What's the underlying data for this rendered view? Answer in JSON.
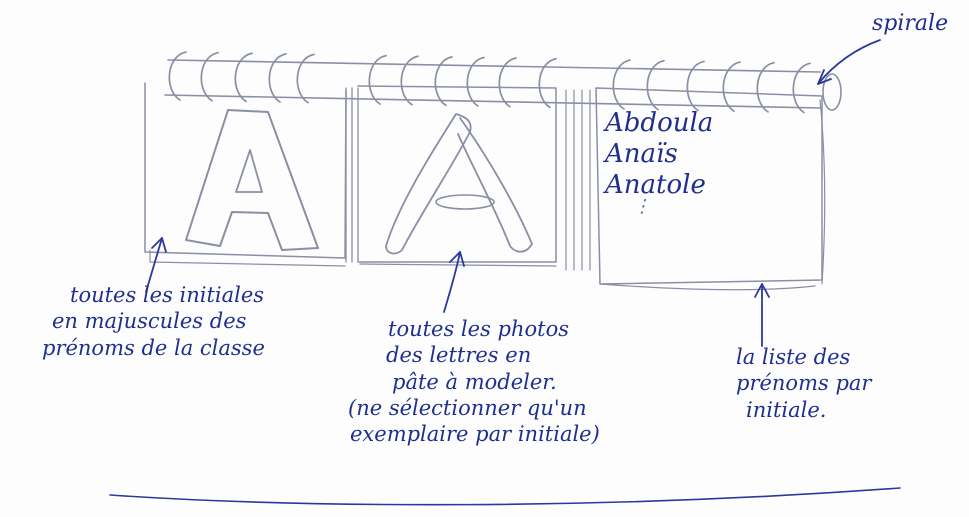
{
  "labels": {
    "spiral": "spirale",
    "left": [
      "toutes les initiales",
      "en majuscules des",
      "prénoms de la classe"
    ],
    "middle": [
      "toutes les photos",
      "des lettres en",
      "pâte à modeler.",
      "(ne sélectionner qu'un",
      "exemplaire par initiale)"
    ],
    "right": [
      "la liste des",
      "prénoms par",
      "initiale."
    ]
  },
  "page_names": [
    "Abdoula",
    "Anaïs",
    "Anatole"
  ],
  "ellipsis": "⋮",
  "letters": {
    "page1": "A",
    "page2": "A"
  },
  "colors": {
    "ink": "#1f2f8f",
    "pencil": "#8a8fa6"
  }
}
